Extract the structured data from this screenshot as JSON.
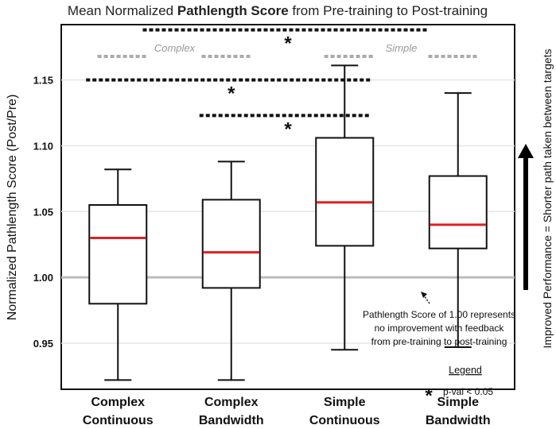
{
  "chart_data": {
    "type": "box",
    "title_prefix": "Mean Normalized ",
    "title_bold": "Pathlength Score",
    "title_suffix": " from Pre-training to Post-training",
    "ylabel": "Normalized Pathlength Score (Post/Pre)",
    "right_label": "Improved Performance = Shorter path taken between targets",
    "ylim": [
      0.915,
      1.192
    ],
    "yticks": [
      "0.95",
      "1.00",
      "1.05",
      "1.10",
      "1.15"
    ],
    "grid": true,
    "categories": [
      {
        "line1": "Complex",
        "line2": "Continuous"
      },
      {
        "line1": "Complex",
        "line2": "Bandwidth"
      },
      {
        "line1": "Simple",
        "line2": "Continuous"
      },
      {
        "line1": "Simple",
        "line2": "Bandwidth"
      }
    ],
    "boxes": [
      {
        "min": 0.922,
        "q1": 0.98,
        "median": 1.03,
        "q3": 1.055,
        "max": 1.082
      },
      {
        "min": 0.922,
        "q1": 0.992,
        "median": 1.019,
        "q3": 1.059,
        "max": 1.088
      },
      {
        "min": 0.945,
        "q1": 1.024,
        "median": 1.057,
        "q3": 1.106,
        "max": 1.161
      },
      {
        "min": 0.947,
        "q1": 1.022,
        "median": 1.04,
        "q3": 1.077,
        "max": 1.14
      }
    ],
    "box_color": "#111111",
    "median_color": "#e02020",
    "group_labels": [
      "Complex",
      "Simple"
    ],
    "group_color": "#aaaaaa",
    "significance": [
      {
        "from": 0,
        "to": 2,
        "y": 1.15,
        "star": "*"
      },
      {
        "from": 1,
        "to": 2,
        "y": 1.123,
        "star": "*"
      },
      {
        "from": 0.5,
        "to": 2.5,
        "y": 1.188,
        "star": "*"
      }
    ],
    "note_lines": [
      "Pathlength Score of 1.00 represents",
      "no improvement with feedback",
      "from pre-training to post-training"
    ],
    "legend": {
      "title": "Legend",
      "symbol": "*",
      "text": "p-val < 0.05"
    }
  }
}
